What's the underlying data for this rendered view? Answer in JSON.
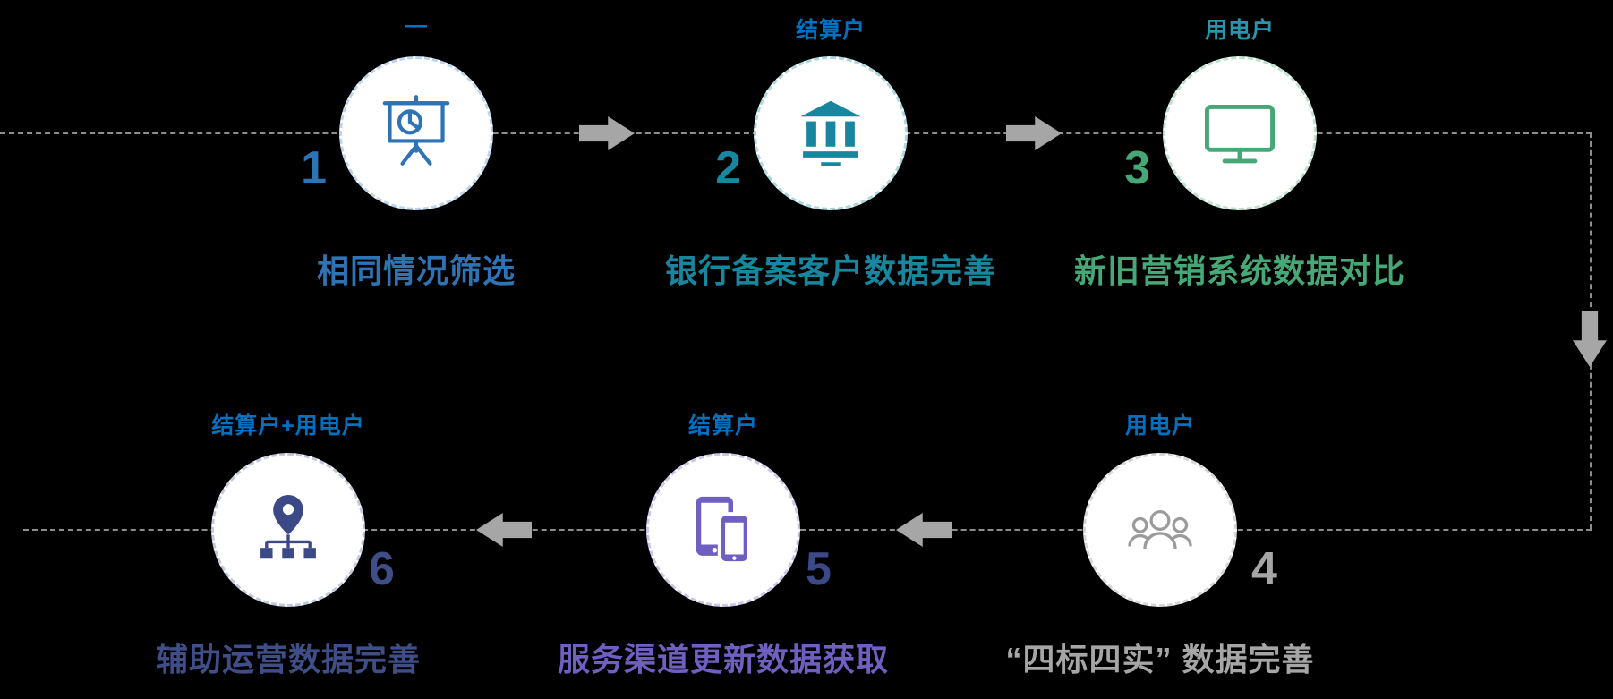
{
  "steps": [
    {
      "number": "1",
      "tag": "—",
      "tag_color": "#0070c0",
      "label": "相同情况筛选",
      "label_color": "#2e74b5",
      "number_color": "#2e74b5",
      "icon": "presentation-chart-icon",
      "accent_color": "#2e74b5"
    },
    {
      "number": "2",
      "tag": "结算户",
      "tag_color": "#0070c0",
      "label": "银行备案客户数据完善",
      "label_color": "#17869e",
      "number_color": "#17869e",
      "icon": "bank-icon",
      "accent_color": "#17869e"
    },
    {
      "number": "3",
      "tag": "用电户",
      "tag_color": "#2796ad",
      "label": "新旧营销系统数据对比",
      "label_color": "#45a876",
      "number_color": "#45a876",
      "icon": "monitor-icon",
      "accent_color": "#45a876"
    },
    {
      "number": "4",
      "tag": "用电户",
      "tag_color": "#0070c0",
      "label": "“四标四实” 数据完善",
      "label_color": "#a6a6a6",
      "number_color": "#a6a6a6",
      "icon": "user-group-icon",
      "accent_color": "#9b9b9b"
    },
    {
      "number": "5",
      "tag": "结算户",
      "tag_color": "#0070c0",
      "label": "服务渠道更新数据获取",
      "label_color": "#6f5fc0",
      "number_color": "#3b4a86",
      "icon": "mobile-devices-icon",
      "accent_color": "#6f5fc0"
    },
    {
      "number": "6",
      "tag": "结算户+用电户",
      "tag_color": "#0070c0",
      "label": "辅助运营数据完善",
      "label_color": "#3f4e87",
      "number_color": "#3f4e87",
      "icon": "map-pin-network-icon",
      "accent_color": "#3b4a86"
    }
  ],
  "flow": {
    "arrow_color": "#a6a6a6",
    "line_color": "#8d8d8d"
  }
}
